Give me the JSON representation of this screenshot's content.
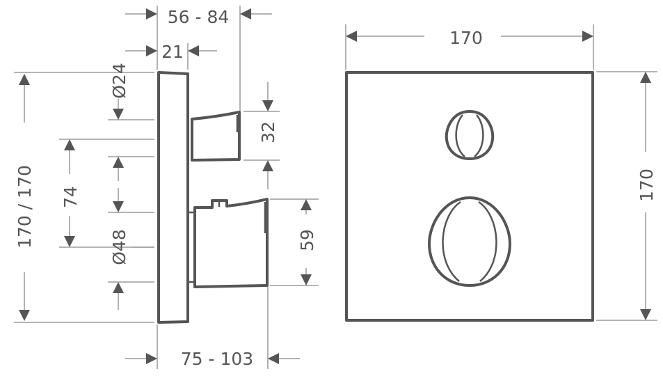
{
  "colors": {
    "line": "#555555",
    "extension_line": "#888888",
    "background": "#ffffff"
  },
  "side_view": {
    "depth_range": "56 - 84",
    "plate_thickness": "21",
    "small_knob_diameter": "Ø24",
    "plate_size": "170 / 170",
    "knob_spacing": "74",
    "large_knob_diameter": "Ø48",
    "small_knob_height": "32",
    "large_knob_height": "59",
    "total_depth_range": "75 - 103"
  },
  "front_view": {
    "width": "170",
    "height": "170"
  }
}
